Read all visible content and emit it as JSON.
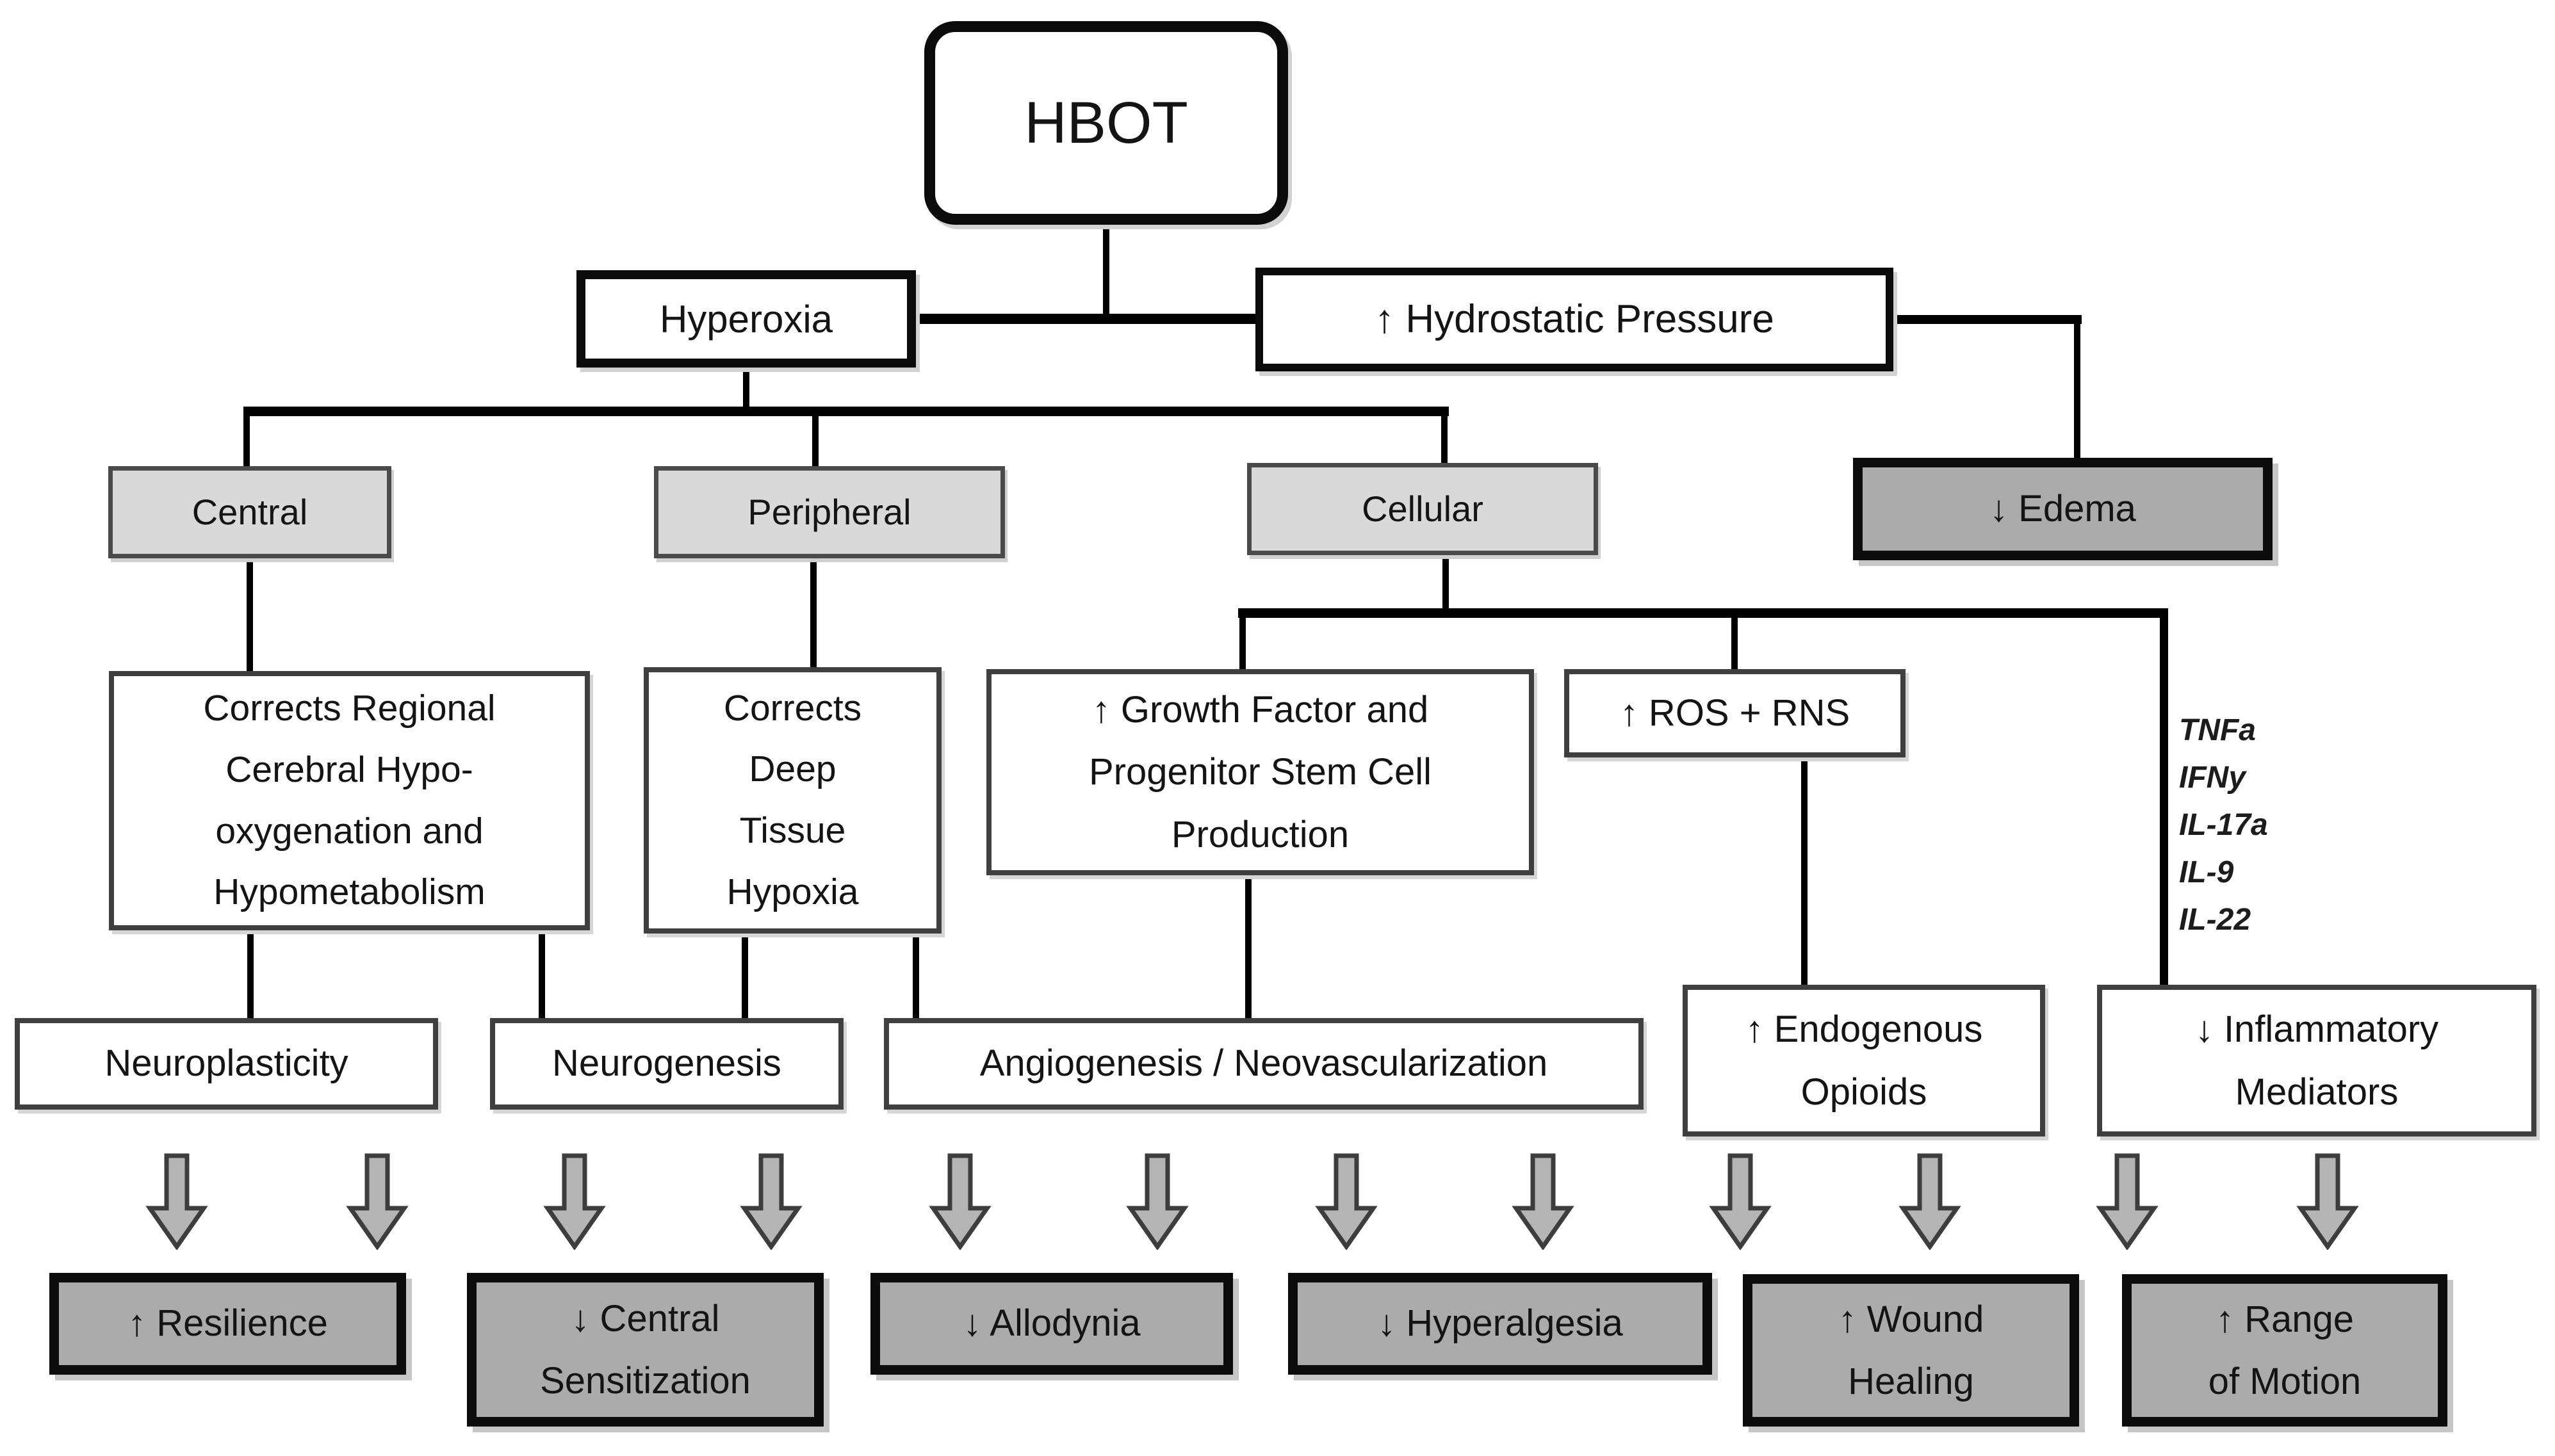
{
  "palette": {
    "line": "#000000",
    "heavy_border": "#0b0b0b",
    "plain_border": "#3f3f3f",
    "fill_white": "#ffffff",
    "fill_light_gray": "#d9d9d9",
    "fill_dark_gray": "#ababab",
    "arrow_fill": "#b5b5b5",
    "arrow_outline": "#3d3d3d"
  },
  "nodes": {
    "hbot": "HBOT",
    "hyperoxia": "Hyperoxia",
    "hydrostatic_pressure": "↑ Hydrostatic Pressure",
    "central": "Central",
    "peripheral": "Peripheral",
    "cellular": "Cellular",
    "edema": "↓ Edema",
    "corrects_regional": "Corrects Regional\nCerebral Hypo-\noxygenation and\nHypometabolism",
    "corrects_deep": "Corrects\nDeep\nTissue\nHypoxia",
    "growth_factor": "↑ Growth Factor and\nProgenitor Stem Cell\nProduction",
    "ros_rns": "↑ ROS + RNS",
    "neuroplasticity": "Neuroplasticity",
    "neurogenesis": "Neurogenesis",
    "angiogenesis": "Angiogenesis / Neovascularization",
    "endogenous_opioids": "↑ Endogenous\nOpioids",
    "inflammatory_mediators": "↓ Inflammatory\nMediators",
    "resilience": "↑ Resilience",
    "central_sensitization": "↓ Central\nSensitization",
    "allodynia": "↓ Allodynia",
    "hyperalgesia": "↓ Hyperalgesia",
    "wound_healing": "↑ Wound\nHealing",
    "range_of_motion": "↑ Range\nof Motion"
  },
  "cytokines": [
    "TNFa",
    "IFNy",
    "IL-17a",
    "IL-9",
    "IL-22"
  ]
}
